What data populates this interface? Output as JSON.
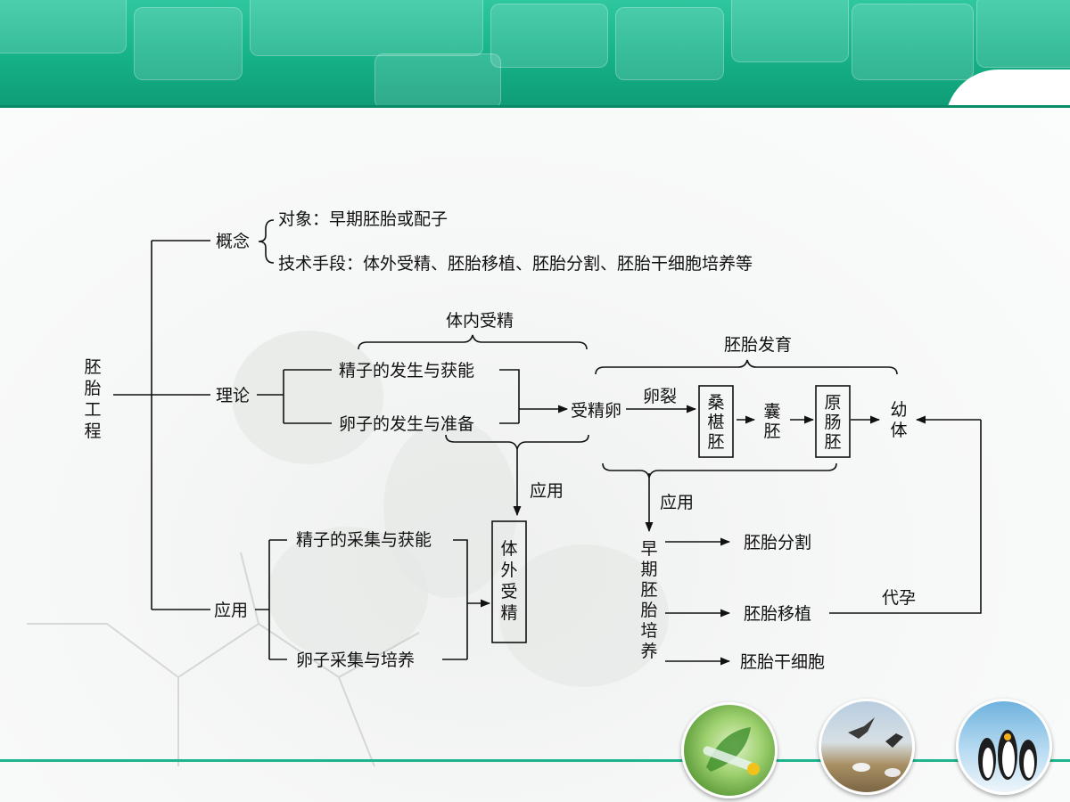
{
  "root": {
    "chars": [
      "胚",
      "胎",
      "工",
      "程"
    ]
  },
  "concept": {
    "label": "概念",
    "object": "对象：早期胚胎或配子",
    "technique": "技术手段：体外受精、胚胎移植、胚胎分割、胚胎干细胞培养等"
  },
  "theory": {
    "label": "理论",
    "invivo_label": "体内受精",
    "sperm": "精子的发生与获能",
    "egg": "卵子的发生与准备",
    "fertilized": "受精卵",
    "cleavage": "卵裂",
    "development_label": "胚胎发育",
    "morula": [
      "桑",
      "椹",
      "胚"
    ],
    "blastocyst": [
      "囊",
      "胚"
    ],
    "gastrula": [
      "原",
      "肠",
      "胚"
    ],
    "young": [
      "幼",
      "体"
    ],
    "apply_label_1": "应用",
    "apply_label_2": "应用"
  },
  "application": {
    "label": "应用",
    "sperm_collect": "精子的采集与获能",
    "egg_collect": "卵子采集与培养",
    "ivf": [
      "体",
      "外",
      "受",
      "精"
    ],
    "early_culture": [
      "早",
      "期",
      "胚",
      "胎",
      "培",
      "养"
    ],
    "split": "胚胎分割",
    "transfer": "胚胎移植",
    "stem_cell": "胚胎干细胞",
    "surrogate": "代孕"
  }
}
